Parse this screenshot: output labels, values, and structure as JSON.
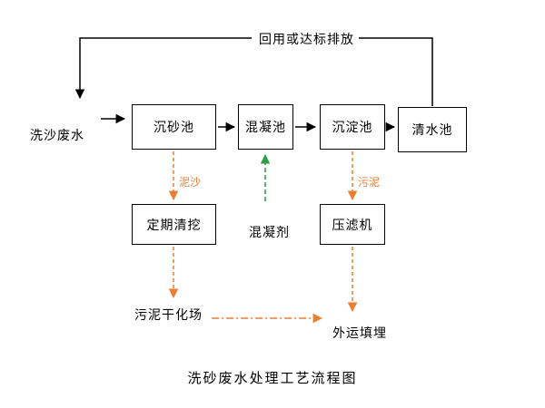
{
  "title": "洗砂废水处理工艺流程图",
  "labels": {
    "feedback": "回用或达标排放",
    "influent": "洗沙废水",
    "sediment": "泥沙",
    "sludge": "污泥",
    "coagulant": "混凝剂",
    "sludge_drying": "污泥干化场",
    "landfill": "外运填埋"
  },
  "boxes": {
    "grit": "沉砂池",
    "coagulation": "混凝池",
    "sedimentation": "沉淀池",
    "clear_water": "清水池",
    "periodic_cleaning": "定期清挖",
    "filter_press": "压滤机"
  },
  "colors": {
    "flow_line": "#000000",
    "sludge_arrow": "#ED7D31",
    "coagulant_arrow": "#2E9E46"
  }
}
